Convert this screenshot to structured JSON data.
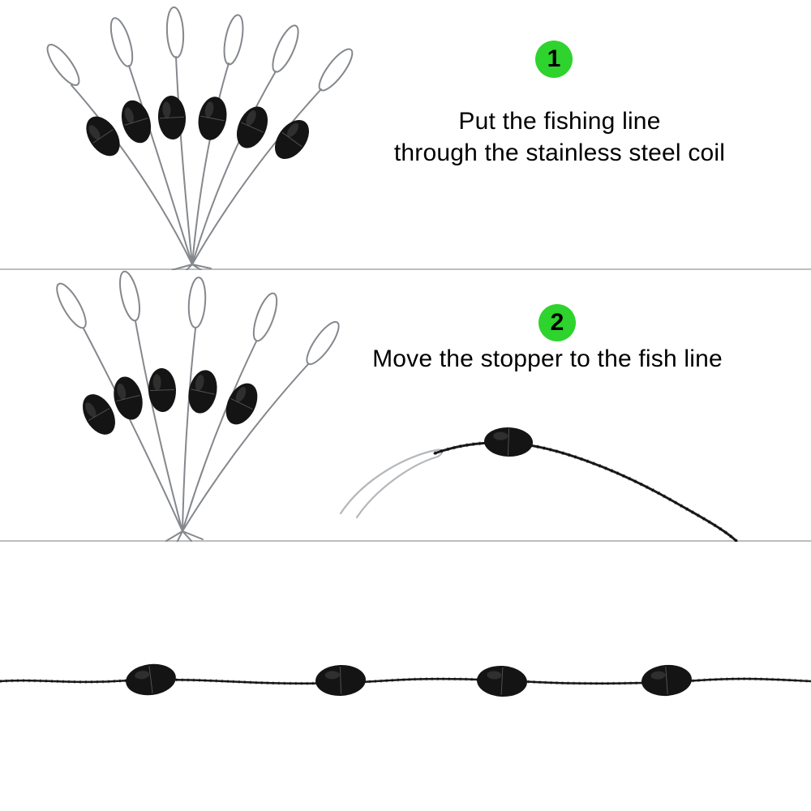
{
  "page": {
    "background": "#ffffff"
  },
  "colors": {
    "badge-green": "#2ed32e",
    "text-black": "#000000",
    "wire-gray": "#84888d",
    "bead-black": "#141414",
    "divider-gray": "#bdbdbd",
    "fishline-black": "#1a1a1a"
  },
  "steps": [
    {
      "number": "1",
      "lines": [
        "Put the fishing line",
        "through the stainless steel coil"
      ]
    },
    {
      "number": "2",
      "lines": [
        "Move the stopper to the fish line"
      ]
    }
  ],
  "illustrations": {
    "bundle_top": {
      "name": "six-stopper-bundle-photo",
      "stopper_count": 6
    },
    "bundle_middle": {
      "name": "five-stopper-bundle-photo",
      "stopper_count": 5
    },
    "threaded": {
      "name": "stopper-threaded-on-fishing-line-photo",
      "stopper_count": 1
    },
    "bottom_line": {
      "name": "fishing-line-with-stoppers-photo",
      "stopper_count": 4
    }
  }
}
